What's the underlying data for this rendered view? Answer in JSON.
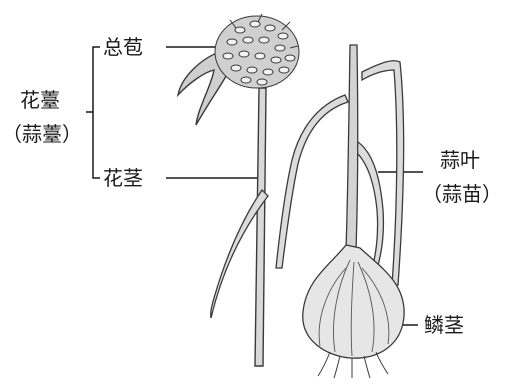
{
  "labels": {
    "umbel": "总苞",
    "scape": "花薹",
    "scape_alt": "（蒜薹）",
    "flower_stem": "花茎",
    "leaf": "蒜叶",
    "leaf_alt": "（蒜苗）",
    "bulb": "鳞茎"
  },
  "colors": {
    "ink": "#1a1a1a",
    "plant_stroke": "#3a3a3a",
    "plant_fill": "#d9d9d9",
    "bulb_fill": "#e6e6e6"
  }
}
